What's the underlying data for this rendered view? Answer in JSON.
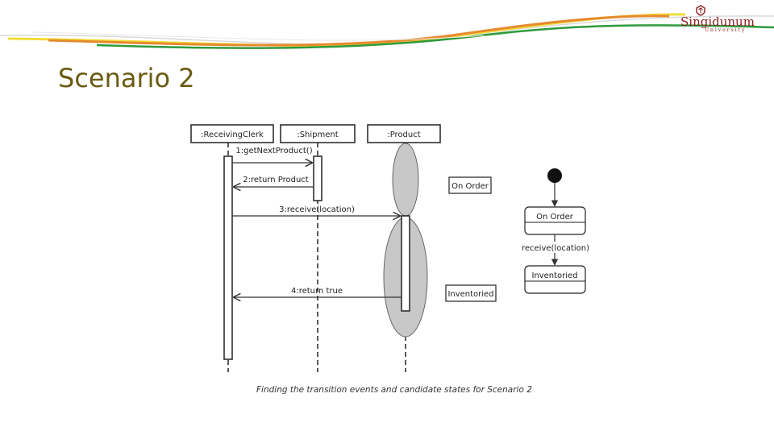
{
  "logo": {
    "name": "Singidunum",
    "subtitle": "University"
  },
  "page": {
    "title": "Scenario 2"
  },
  "diagram": {
    "lifelines": [
      ":ReceivingClerk",
      ":Shipment",
      ":Product"
    ],
    "messages": [
      "1:getNextProduct()",
      "2:return Product",
      "3:receive(location)",
      "4:return true"
    ],
    "candidate_states": [
      "On Order",
      "Inventoried"
    ],
    "state_machine": {
      "states": [
        "On Order",
        "Inventoried"
      ],
      "transition": "receive(location)"
    },
    "caption": "Finding the transition events and candidate states for Scenario 2"
  },
  "colors": {
    "title": "#6b5a12",
    "brand": "#8b1e1e",
    "state_highlight": "#c8c8c8"
  }
}
